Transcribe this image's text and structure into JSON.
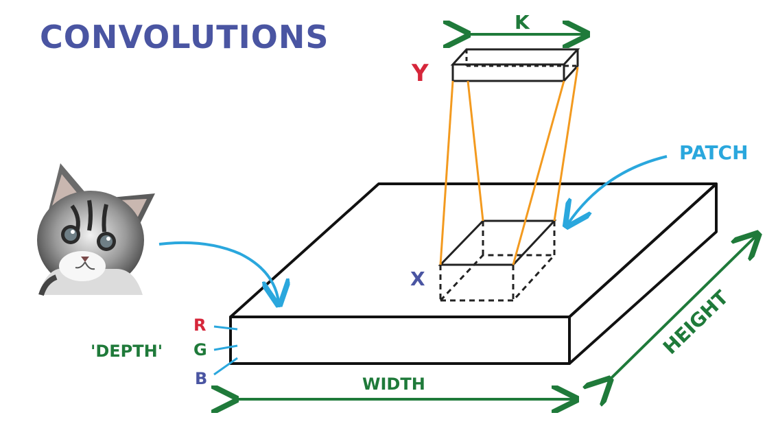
{
  "title": "CONVOLUTIONS",
  "labels": {
    "k": "K",
    "y": "Y",
    "patch": "PATCH",
    "x": "X",
    "r": "R",
    "g": "G",
    "b": "B",
    "depth": "'DEPTH'",
    "width": "WIDTH",
    "height": "HEIGHT"
  },
  "colors": {
    "title": "#4a55a2",
    "blue_label": "#4a55a2",
    "red_label": "#d6263a",
    "green_label": "#1f7a3a",
    "arrow_blue": "#2aa7dd",
    "projection_orange": "#f39a1f",
    "outline": "#111111"
  },
  "icons": {
    "kitten": "kitten-image"
  }
}
